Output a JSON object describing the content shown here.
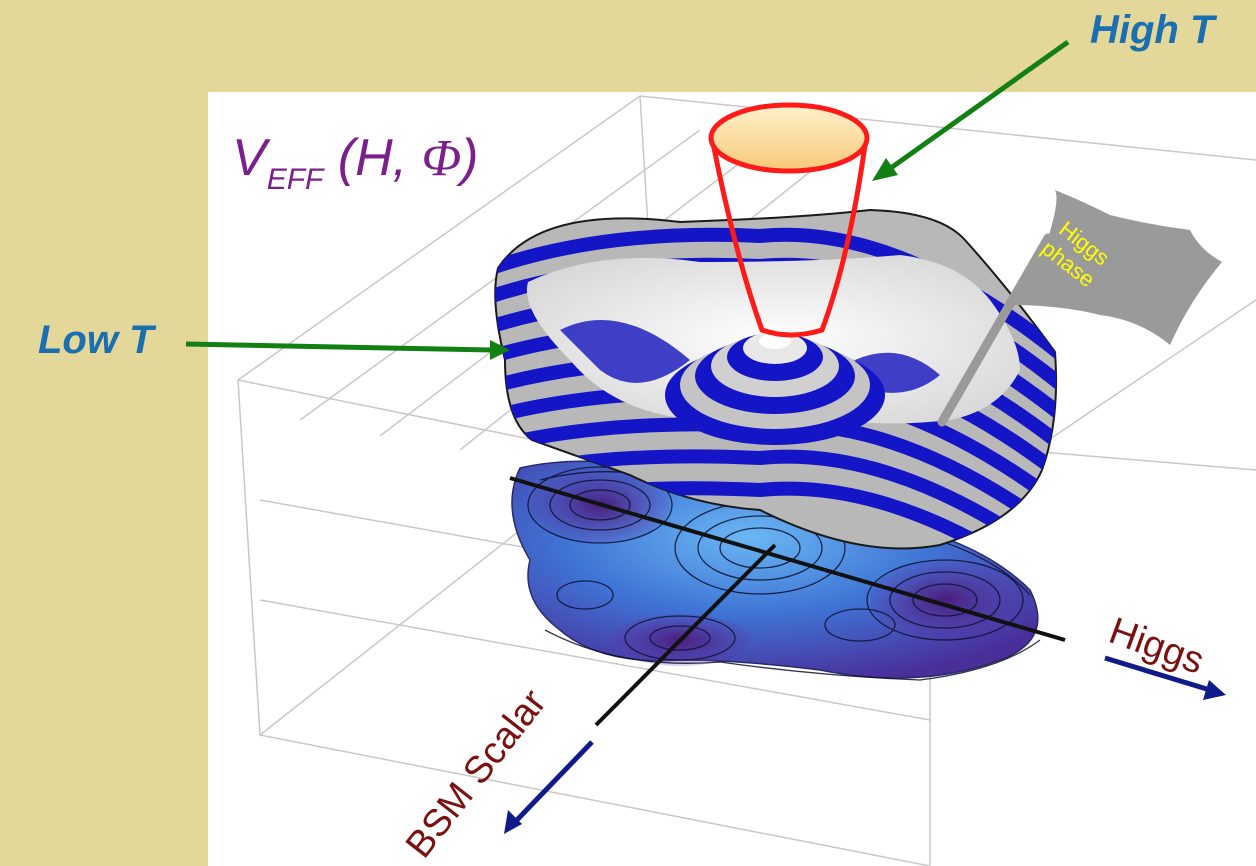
{
  "labels": {
    "high_t": "High T",
    "low_t": "Low T",
    "veff_main": "V",
    "veff_sub": "EFF",
    "veff_args_open": " (H, ",
    "veff_phi": "Φ",
    "veff_args_close": ")",
    "higgs_axis": "Higgs",
    "bsm_axis": "BSM Scalar",
    "flag_line1": "Higgs",
    "flag_line2": "phase"
  },
  "colors": {
    "background": "#e3d799",
    "panel": "#ffffff",
    "label_blue": "#1a6fb0",
    "arrow_green": "#138013",
    "veff_purple": "#7a1f8c",
    "axis_label_red": "#7a1010",
    "axis_arrow_navy": "#101a8a",
    "surface_blue": "#1515c8",
    "surface_grey": "#b8b8b8",
    "high_t_curve": "#ff1a1a",
    "flag_grey": "#9a9a9a",
    "flag_text": "#ffff00"
  }
}
